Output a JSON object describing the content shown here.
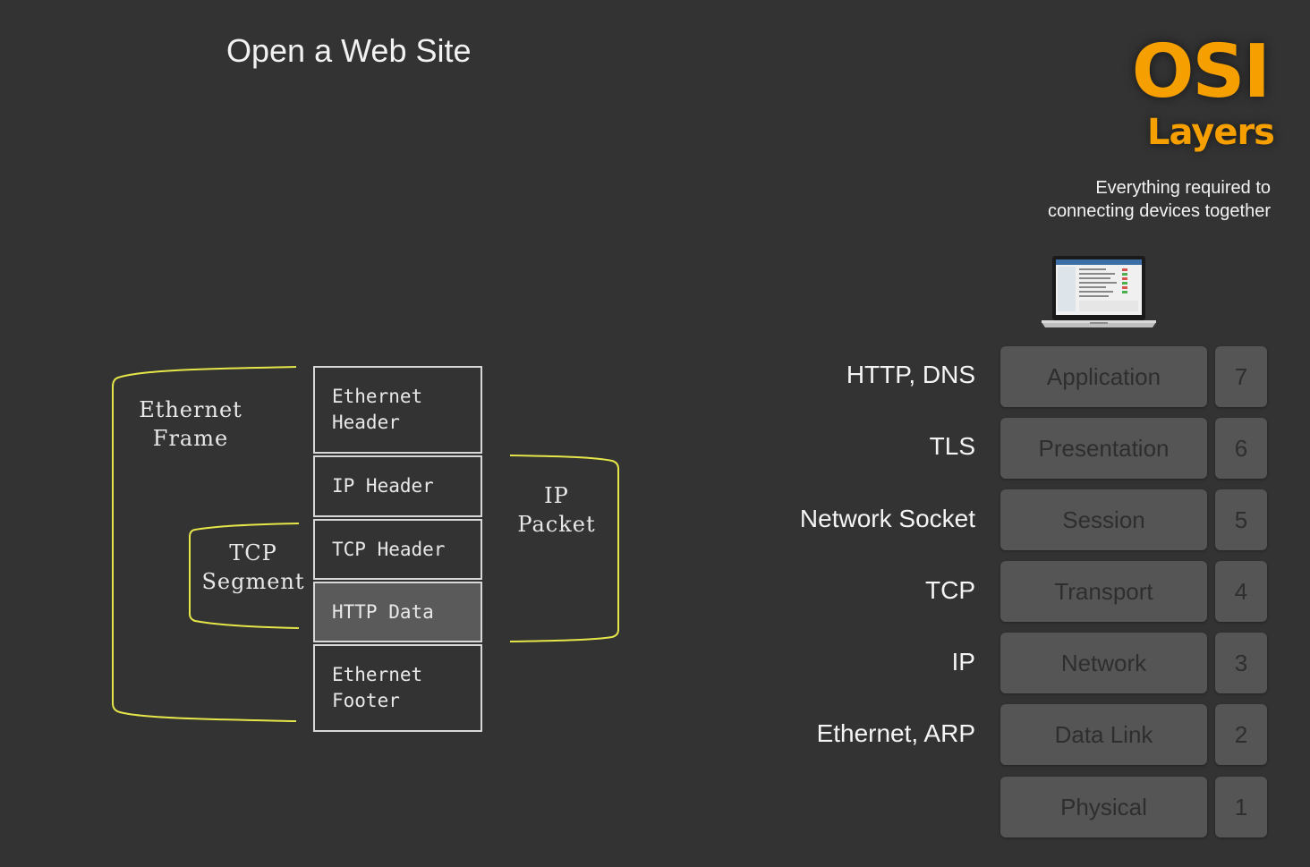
{
  "title": "Open a Web Site",
  "logo": {
    "main": "OSI",
    "sub": "Layers",
    "color": "#f5a000"
  },
  "subtitle": "Everything required to connecting devices together",
  "packet": {
    "boxes": [
      {
        "label": "Ethernet\nHeader"
      },
      {
        "label": "IP Header"
      },
      {
        "label": "TCP Header"
      },
      {
        "label": "HTTP Data"
      },
      {
        "label": "Ethernet\nFooter"
      }
    ],
    "brackets": {
      "ethernet_frame": "Ethernet\nFrame",
      "tcp_segment": "TCP\nSegment",
      "ip_packet": "IP\nPacket"
    },
    "bracket_color": "#e6e64a"
  },
  "osi": {
    "layers": [
      {
        "protocol": "HTTP, DNS",
        "name": "Application",
        "number": "7"
      },
      {
        "protocol": "TLS",
        "name": "Presentation",
        "number": "6"
      },
      {
        "protocol": "Network Socket",
        "name": "Session",
        "number": "5"
      },
      {
        "protocol": "TCP",
        "name": "Transport",
        "number": "4"
      },
      {
        "protocol": "IP",
        "name": "Network",
        "number": "3"
      },
      {
        "protocol": "Ethernet, ARP",
        "name": "Data Link",
        "number": "2"
      },
      {
        "protocol": "",
        "name": "Physical",
        "number": "1"
      }
    ]
  }
}
